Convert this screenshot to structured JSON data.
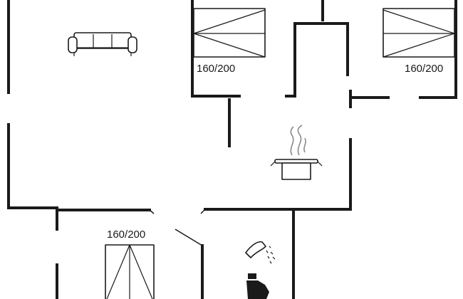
{
  "floor_plan": {
    "beds": [
      {
        "label": "160/200"
      },
      {
        "label": "160/200"
      },
      {
        "label": "160/200"
      }
    ],
    "fixtures": [
      {
        "icon": "sofa-icon"
      },
      {
        "icon": "cooking-pot-icon"
      },
      {
        "icon": "shower-icon"
      },
      {
        "icon": "toilet-icon"
      }
    ],
    "colors": {
      "wall": "#1a1a1a",
      "steam": "#8a8a8a",
      "background": "#ffffff"
    }
  }
}
